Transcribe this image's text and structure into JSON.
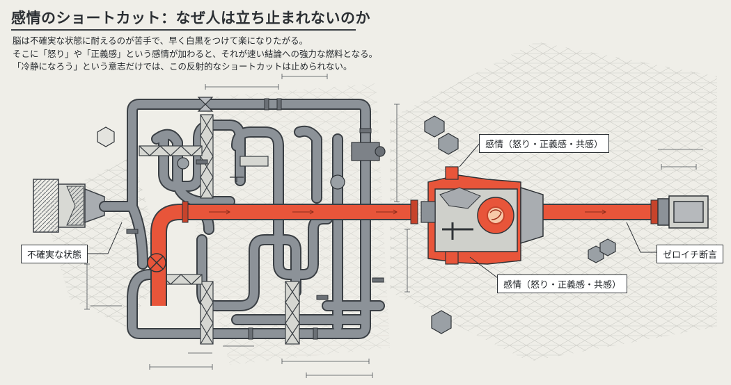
{
  "title": "感情のショートカット：なぜ人は立ち止まれないのか",
  "description": [
    "脳は不確実な状態に耐えるのが苦手で、早く白黒をつけて楽になりたがる。",
    "そこに「怒り」や「正義感」という感情が加わると、それが速い結論への強力な燃料となる。",
    "「冷静になろう」という意志だけでは、この反射的なショートカットは止められない。"
  ],
  "labels": {
    "input": "不確実な状態",
    "emotion_top": "感情（怒り・正義感・共感）",
    "emotion_bottom": "感情（怒り・正義感・共感）",
    "output": "ゼロイチ断言"
  },
  "colors": {
    "background": "#efeee8",
    "pipe_gray": "#8c9298",
    "pipe_outline": "#3a3f44",
    "shortcut_red": "#e8553a",
    "text": "#25292d"
  },
  "icons": [
    "valve-icon",
    "heart-engine-icon",
    "cube-icon",
    "nozzle-icon",
    "outlet-box-icon"
  ]
}
